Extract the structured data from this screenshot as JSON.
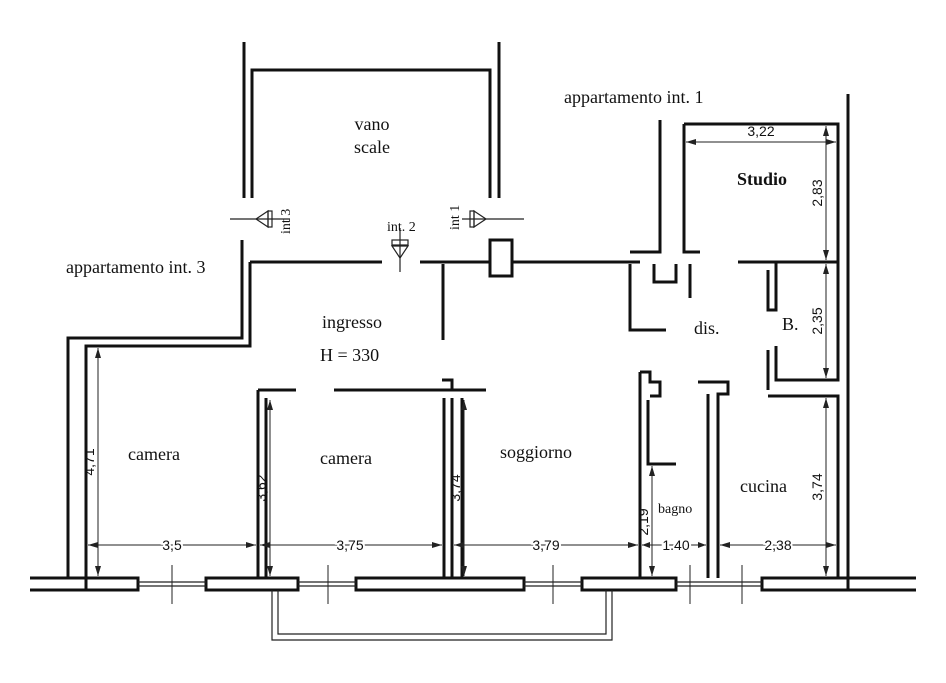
{
  "labels": {
    "vano_line1": "vano",
    "vano_line2": "scale",
    "apt1": "appartamento int. 1",
    "apt3": "appartamento int. 3",
    "int1": "int 1",
    "int2": "int. 2",
    "int3": "int 3",
    "studio": "Studio",
    "ingresso": "ingresso",
    "height": "H = 330",
    "dis": "dis.",
    "b": "B.",
    "camera_left": "camera",
    "camera_mid": "camera",
    "soggiorno": "soggiorno",
    "bagno": "bagno",
    "cucina": "cucina"
  },
  "dimensions": {
    "studio_width": "3,22",
    "studio_height": "2,83",
    "b_height": "2,35",
    "camera_left_height": "4,71",
    "camera_left_width": "3,5",
    "camera_mid_height": "3,62",
    "camera_mid_width": "3,75",
    "soggiorno_height": "3,74",
    "soggiorno_width": "3,79",
    "bagno_height": "2,19",
    "bagno_width": "1.40",
    "cucina_width": "2,38",
    "cucina_height": "3,74"
  }
}
